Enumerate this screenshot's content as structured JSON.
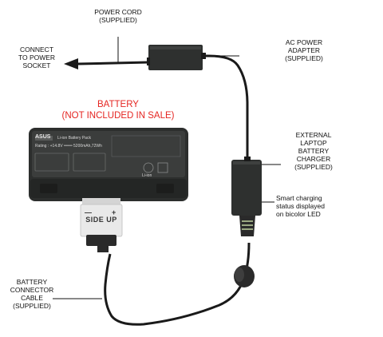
{
  "labels": {
    "power_cord": [
      "POWER CORD",
      "(SUPPLIED)"
    ],
    "connect_socket": [
      "CONNECT",
      "TO POWER",
      "SOCKET"
    ],
    "ac_adapter": [
      "AC POWER",
      "ADAPTER",
      "(SUPPLIED)"
    ],
    "battery": [
      "BATTERY",
      "(NOT INCLUDED IN SALE)"
    ],
    "external_charger": [
      "EXTERNAL",
      "LAPTOP",
      "BATTERY",
      "CHARGER",
      "(SUPPLIED)"
    ],
    "smart_charging": [
      "Smart charging",
      "status displayed",
      "on bicolor LED"
    ],
    "connector_cable": [
      "BATTERY",
      "CONNECTOR",
      "CABLE",
      "(SUPPLIED)"
    ]
  },
  "connector": {
    "side_up": "SIDE UP",
    "minus": "—",
    "plus": "+"
  },
  "battery_label": {
    "brand": "ASUS",
    "model": "Li-ion Battery Pack",
    "rating": "Rating : +14.8V ═══ 5200mAh,72Wh",
    "li_ion": "Li-ion"
  },
  "colors": {
    "battery_title": "#e52521",
    "battery_body": "#2c2e2d",
    "battery_label_bg": "#3b3d3c",
    "device_body": "#2e302f",
    "cable": "#1a1a1a",
    "connector_body": "#e9e9e9",
    "led_green": "#9aa882"
  }
}
